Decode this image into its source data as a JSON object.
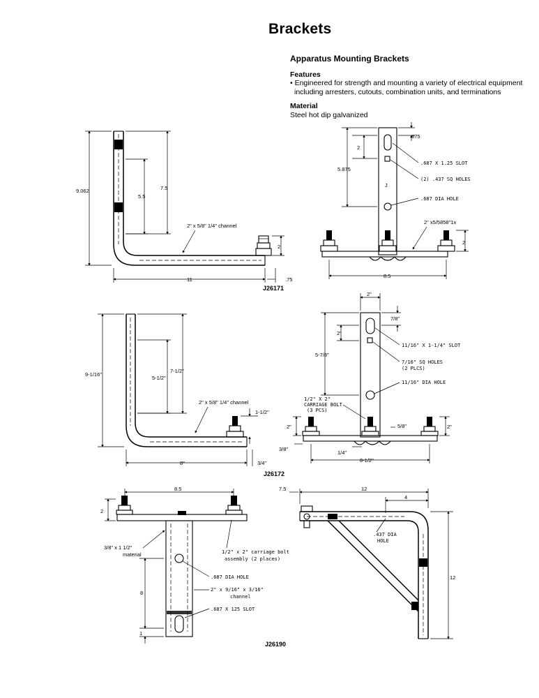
{
  "page_title": "Brackets",
  "section_title": "Apparatus Mounting Brackets",
  "features": {
    "heading": "Features",
    "line1": "• Engineered for strength and mounting a variety of electrical equipment",
    "line2": "including arresters, cutouts, combination units, and terminations"
  },
  "material": {
    "heading": "Material",
    "text": "Steel hot dip galvanized"
  },
  "drawings": {
    "j26171": {
      "part_number": "J26171",
      "side": {
        "overall_height": "9.062",
        "upright_height": "7.5",
        "hole_span": "5.5",
        "channel_note": "2\" x 5/8\" 1/4\" channel",
        "arm_length": "11",
        "bolt_height": "2",
        "end_offset": ".75"
      },
      "front": {
        "top_offset": ".875",
        "slot_offset": "2",
        "to_hole": "5.875",
        "slot_note": ".687 X 1.25 SLOT",
        "sq_note": "(2) .437 SQ HOLES",
        "hole_note": ".687 DIA HOLE",
        "stamp": "J",
        "channel_note": "2\" x5/5858\"1x",
        "bolt_height": "2",
        "width": "8.5"
      }
    },
    "j26172": {
      "part_number": "J26172",
      "side": {
        "overall_height": "9-1/16\"",
        "upright_height": "7-1/2\"",
        "hole_span": "5-1/2\"",
        "channel_note": "2\" x 5/8\" 1/4\" channel",
        "bolt_height": "1-1/2\"",
        "arm_length": "8\"",
        "end_offset": "3/4\""
      },
      "front": {
        "width_top": "2\"",
        "top_offset": "7/8\"",
        "slot_offset": "2\"",
        "to_hole": "5-7/8\"",
        "slot_note": "11/16\" X 1-1/4\" SLOT",
        "sq_note_1": "7/16\" SQ HOLES",
        "sq_note_2": "(2 PLCS)",
        "hole_note": "11/16\" DIA HOLE",
        "bolt_note_1": "1/2\" X 2\"",
        "bolt_note_2": "CARRIAGE BOLT",
        "bolt_note_3": "(3 PCS)",
        "left_bolt": "2\"",
        "right_bolt": "2\"",
        "plate_offset": "5/8\"",
        "left_offset": "3/8\"",
        "bottom_offset": "1/4\"",
        "width": "8-1/2\""
      }
    },
    "j26190": {
      "part_number": "J26190",
      "front": {
        "width": "8.5",
        "bolt_height": "2",
        "material_note_1": "3/8\" x 1 1/2\"",
        "material_note_2": "material",
        "bolt_note_1": "1/2\" x 2\" carriage bolt",
        "bolt_note_2": "assembly (2 places)",
        "hole_note": ".687 DIA HOLE",
        "channel_note_1": "2\" x 9/16\" x 3/16\"",
        "channel_note_2": "channel",
        "slot_note": ".687 X 125 SLOT",
        "length": "8",
        "bottom_offset": "1"
      },
      "side": {
        "left_offset": "7.5",
        "arm_length": "12",
        "hole_offset": "4",
        "hole_note_1": ".437 DIA",
        "hole_note_2": "HOLE",
        "height": "12"
      }
    }
  }
}
